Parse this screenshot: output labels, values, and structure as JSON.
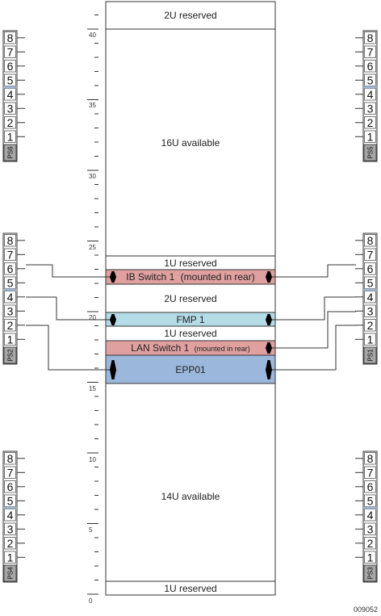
{
  "rack": {
    "scale_labels": [
      "40",
      "35",
      "30",
      "25",
      "20",
      "15",
      "10",
      "5",
      "0"
    ],
    "slots": [
      {
        "id": "top-reserved",
        "label": "2U reserved",
        "fill": "#ffffff"
      },
      {
        "id": "available-16u",
        "label": "16U available",
        "fill": "#ffffff"
      },
      {
        "id": "reserved-1u-a",
        "label": "1U reserved",
        "fill": "#ffffff"
      },
      {
        "id": "ib-switch-1",
        "label": "IB Switch 1",
        "sublabel": "(mounted in rear)",
        "fill": "#e0a0a0"
      },
      {
        "id": "reserved-2u",
        "label": "2U reserved",
        "fill": "#ffffff"
      },
      {
        "id": "fmp-1",
        "label": "FMP 1",
        "fill": "#b3dce6"
      },
      {
        "id": "reserved-1u-b",
        "label": "1U reserved",
        "fill": "#ffffff"
      },
      {
        "id": "lan-switch-1",
        "label": "LAN Switch 1",
        "sublabel": "(mounted in rear)",
        "fill": "#e0a0a0"
      },
      {
        "id": "epp01",
        "label": "EPP01",
        "fill": "#9bb8dc"
      },
      {
        "id": "available-14u",
        "label": "14U available",
        "fill": "#ffffff"
      },
      {
        "id": "bottom-reserved",
        "label": "1U reserved",
        "fill": "#ffffff"
      }
    ]
  },
  "pdus": [
    {
      "id": "ps6",
      "label": "PS6",
      "ports": [
        "8",
        "7",
        "6",
        "5",
        "4",
        "3",
        "2",
        "1"
      ]
    },
    {
      "id": "ps5",
      "label": "PS5",
      "ports": [
        "8",
        "7",
        "6",
        "5",
        "4",
        "3",
        "2",
        "1"
      ]
    },
    {
      "id": "ps2",
      "label": "PS2",
      "ports": [
        "8",
        "7",
        "6",
        "5",
        "4",
        "3",
        "2",
        "1"
      ]
    },
    {
      "id": "ps1",
      "label": "PS1",
      "ports": [
        "8",
        "7",
        "6",
        "5",
        "4",
        "3",
        "2",
        "1"
      ]
    },
    {
      "id": "ps4",
      "label": "PS4",
      "ports": [
        "8",
        "7",
        "6",
        "5",
        "4",
        "3",
        "2",
        "1"
      ]
    },
    {
      "id": "ps3",
      "label": "PS3",
      "ports": [
        "8",
        "7",
        "6",
        "5",
        "4",
        "3",
        "2",
        "1"
      ]
    }
  ],
  "figure_id": "009052",
  "colors": {
    "line": "#333333",
    "pdu_label_bg": "#a6a6a6",
    "port_divider": "#9fb6cd",
    "connector": "#000000"
  }
}
